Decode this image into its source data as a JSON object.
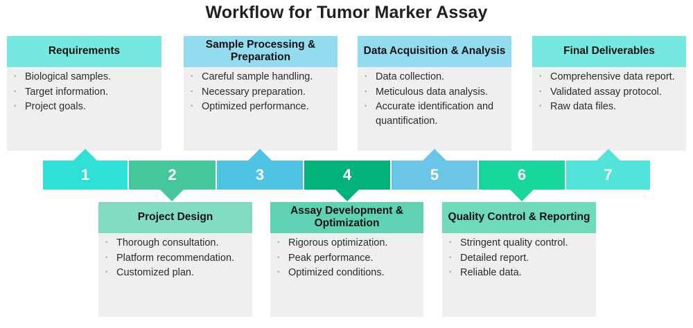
{
  "title": "Workflow for Tumor Marker Assay",
  "bullet_glyph": "◦",
  "colors": {
    "card_body": "#efefef",
    "title_text": "#231f20",
    "number_text": "#ffffff",
    "seg1": "#2ee0d6",
    "seg2": "#45c69c",
    "seg3": "#51c3e2",
    "seg4": "#03b27a",
    "seg5": "#6bc5e6",
    "seg6": "#18d79c",
    "seg7": "#52e3da",
    "header1": "#76e8e0",
    "header2": "#93dcf0",
    "header3": "#93dcf0",
    "header4": "#76e8e0",
    "header_bottom1": "#81dcc2",
    "header_bottom2": "#5fd2b4",
    "header_bottom3": "#6fdabc"
  },
  "band": {
    "segments": [
      {
        "number": "1",
        "color_key": "seg1",
        "arrow": "up"
      },
      {
        "number": "2",
        "color_key": "seg2",
        "arrow": "down"
      },
      {
        "number": "3",
        "color_key": "seg3",
        "arrow": "up"
      },
      {
        "number": "4",
        "color_key": "seg4",
        "arrow": "down"
      },
      {
        "number": "5",
        "color_key": "seg5",
        "arrow": "up"
      },
      {
        "number": "6",
        "color_key": "seg6",
        "arrow": "down"
      },
      {
        "number": "7",
        "color_key": "seg7",
        "arrow": "up"
      }
    ]
  },
  "top_cards": [
    {
      "header": "Requirements",
      "items": [
        "Biological samples.",
        "Target information.",
        "Project goals."
      ]
    },
    {
      "header": "Sample Processing & Preparation",
      "items": [
        "Careful sample handling.",
        "Necessary preparation.",
        "Optimized performance."
      ]
    },
    {
      "header": "Data Acquisition & Analysis",
      "items": [
        "Data collection.",
        "Meticulous data analysis.",
        "Accurate identification and quantification."
      ]
    },
    {
      "header": "Final Deliverables",
      "items": [
        "Comprehensive data report.",
        "Validated assay protocol.",
        "Raw data files."
      ]
    }
  ],
  "bottom_cards": [
    {
      "header": "Project Design",
      "items": [
        "Thorough consultation.",
        "Platform recommendation.",
        "Customized plan."
      ]
    },
    {
      "header": "Assay Development & Optimization",
      "items": [
        "Rigorous optimization.",
        "Peak performance.",
        "Optimized conditions."
      ]
    },
    {
      "header": "Quality Control & Reporting",
      "items": [
        "Stringent quality control.",
        "Detailed report.",
        "Reliable data."
      ]
    }
  ]
}
